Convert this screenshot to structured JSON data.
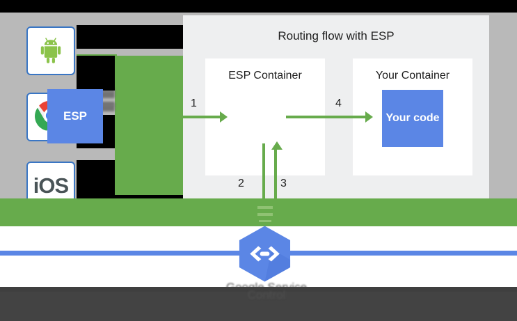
{
  "diagram": {
    "title": "Routing flow with ESP",
    "containers": [
      {
        "title": "ESP Container",
        "box_label": "ESP"
      },
      {
        "title": "Your Container",
        "box_label": "Your\ncode"
      }
    ],
    "esp_container_title": "ESP Container",
    "your_container_title": "Your Container",
    "esp_box_label": "ESP",
    "your_box_label": "Your code",
    "steps": [
      {
        "number": "1",
        "description": "client request into ESP"
      },
      {
        "number": "2",
        "description": "ESP down to Google Service"
      },
      {
        "number": "3",
        "description": "Google Service back up to ESP"
      },
      {
        "number": "4",
        "description": "ESP forwards to Your code"
      }
    ],
    "step_1": "1",
    "step_2": "2",
    "step_3": "3",
    "step_4": "4"
  },
  "clients": {
    "items": [
      {
        "icon": "android-icon",
        "label": "Android"
      },
      {
        "icon": "chrome-icon",
        "label": "Chrome"
      },
      {
        "icon": "ios-icon",
        "label": "iOS"
      }
    ],
    "ios_label": "iOS"
  },
  "service": {
    "icon": "google-service-hexagon-icon",
    "caption": "Google Service",
    "overlay_caption": "Control"
  },
  "colors": {
    "green": "#67ab4c",
    "blue": "#5b86e5",
    "card_bg": "#eeeff0",
    "panel_grey": "#b9b9b9",
    "occlusion_black": "#000000",
    "overlay_dark": "#3f3f3f",
    "tile_border": "#3a76c4"
  }
}
